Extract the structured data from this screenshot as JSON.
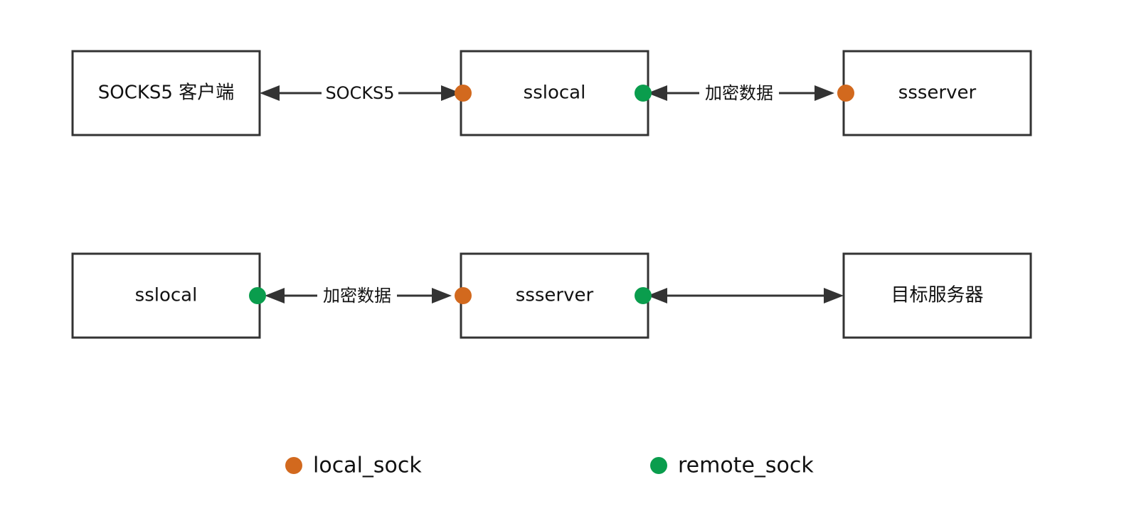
{
  "colors": {
    "local_sock": "#d2691e",
    "remote_sock": "#0a9d4d",
    "box_border": "#333333"
  },
  "rows": [
    {
      "boxes": [
        "SOCKS5 客户端",
        "sslocal",
        "ssserver"
      ],
      "edges": [
        "SOCKS5",
        "加密数据"
      ]
    },
    {
      "boxes": [
        "sslocal",
        "ssserver",
        "目标服务器"
      ],
      "edges": [
        "加密数据",
        ""
      ]
    }
  ],
  "legend": [
    {
      "label": "local_sock",
      "color": "#d2691e"
    },
    {
      "label": "remote_sock",
      "color": "#0a9d4d"
    }
  ]
}
